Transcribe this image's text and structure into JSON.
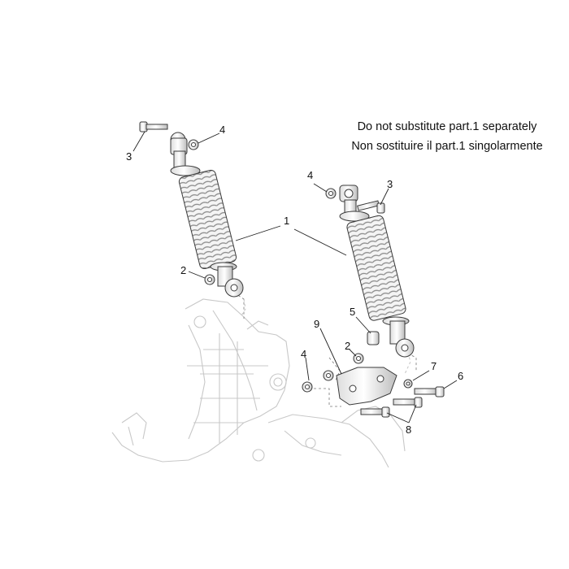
{
  "notes": {
    "line1": "Do not substitute part.1 separately",
    "line2": "Non sostituire il part.1 singolarmente"
  },
  "callouts": [
    {
      "id": "shock-absorber",
      "label": "1"
    },
    {
      "id": "spacer-left",
      "label": "2"
    },
    {
      "id": "spacer-right",
      "label": "2"
    },
    {
      "id": "screw-left",
      "label": "3"
    },
    {
      "id": "screw-right",
      "label": "3"
    },
    {
      "id": "nut-left",
      "label": "4"
    },
    {
      "id": "nut-right-top",
      "label": "4"
    },
    {
      "id": "nut-bracket",
      "label": "4"
    },
    {
      "id": "bush",
      "label": "5"
    },
    {
      "id": "screw-long",
      "label": "6"
    },
    {
      "id": "washer",
      "label": "7"
    },
    {
      "id": "screw-bracket",
      "label": "8"
    },
    {
      "id": "bracket",
      "label": "9"
    }
  ]
}
